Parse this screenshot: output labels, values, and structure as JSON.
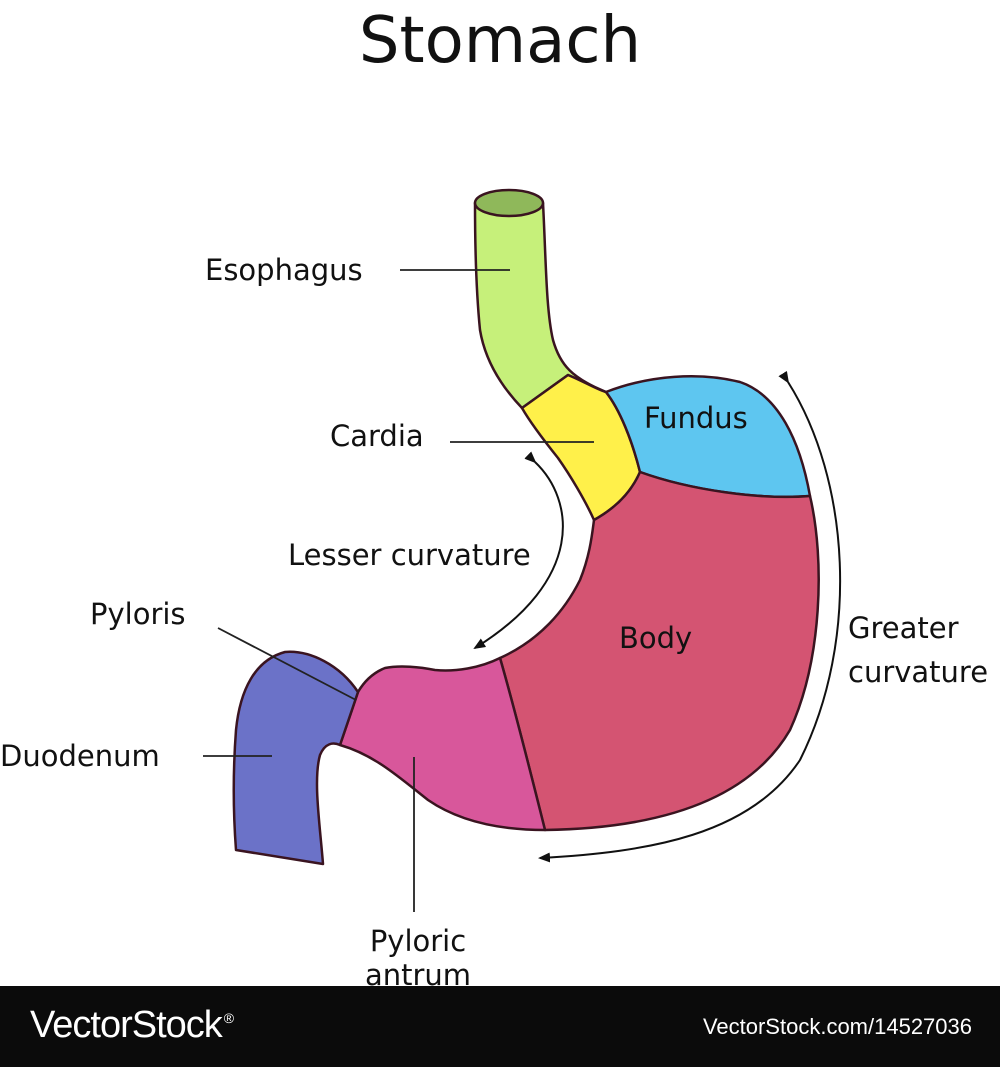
{
  "title": "Stomach",
  "labels": {
    "esophagus": "Esophagus",
    "cardia": "Cardia",
    "fundus": "Fundus",
    "lesser_curvature": "Lesser curvature",
    "pyloris": "Pyloris",
    "body": "Body",
    "greater_curvature_1": "Greater",
    "greater_curvature_2": "curvature",
    "duodenum": "Duodenum",
    "pyloric_antrum_1": "Pyloric",
    "pyloric_antrum_2": "antrum"
  },
  "colors": {
    "esophagus": "#c6f07a",
    "esophagus_opening": "#8fb85a",
    "cardia": "#fff04a",
    "fundus": "#5ec6f0",
    "body": "#d45472",
    "pyloric_antrum": "#d8579b",
    "duodenum": "#6b72c8"
  },
  "footer": {
    "brand": "VectorStock",
    "brand_mark": "®",
    "stock_id": "VectorStock.com/14527036"
  }
}
